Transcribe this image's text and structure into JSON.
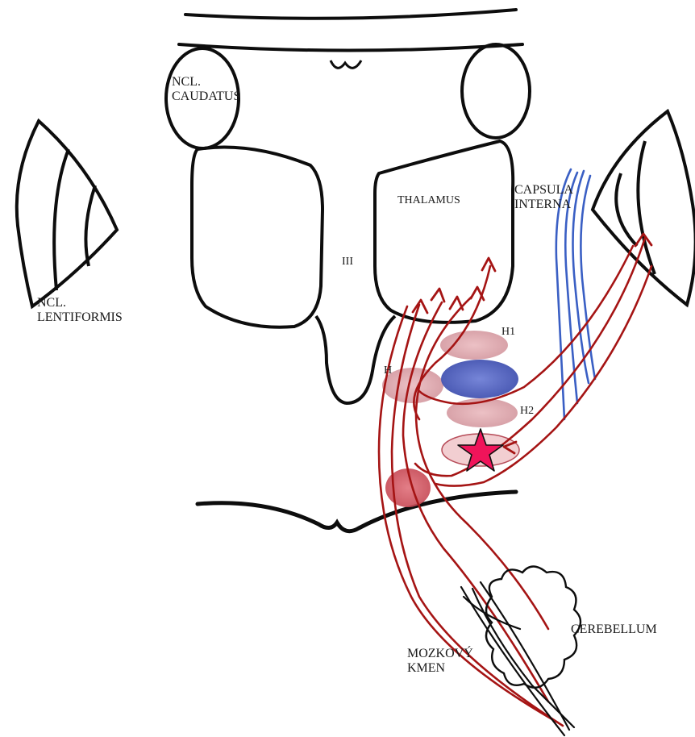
{
  "labels": {
    "ncl_caudatus": [
      "NCL.",
      "CAUDATUS"
    ],
    "ncl_lentiformis": [
      "NCL.",
      "LENTIFORMIS"
    ],
    "thalamus": "THALAMUS",
    "capsula_interna": [
      "CAPSULA",
      "INTERNA"
    ],
    "third_ventricle": "III",
    "h1": "H1",
    "h2": "H2",
    "h": "H",
    "mozkovy_kmen": [
      "MOZKOVÝ",
      "KMEN"
    ],
    "cerebellum": "CEREBELLUM"
  },
  "colors": {
    "outline": "#0d0d0d",
    "fiber_red": "#a51414",
    "fiber_blue": "#3a5fc4",
    "nucleus_pink": "#d79aa0",
    "nucleus_blue": "#5060c0",
    "nucleus_red": "#d4505a",
    "star": "#f0145a"
  },
  "markers": {
    "lesion_star": "star-icon"
  }
}
